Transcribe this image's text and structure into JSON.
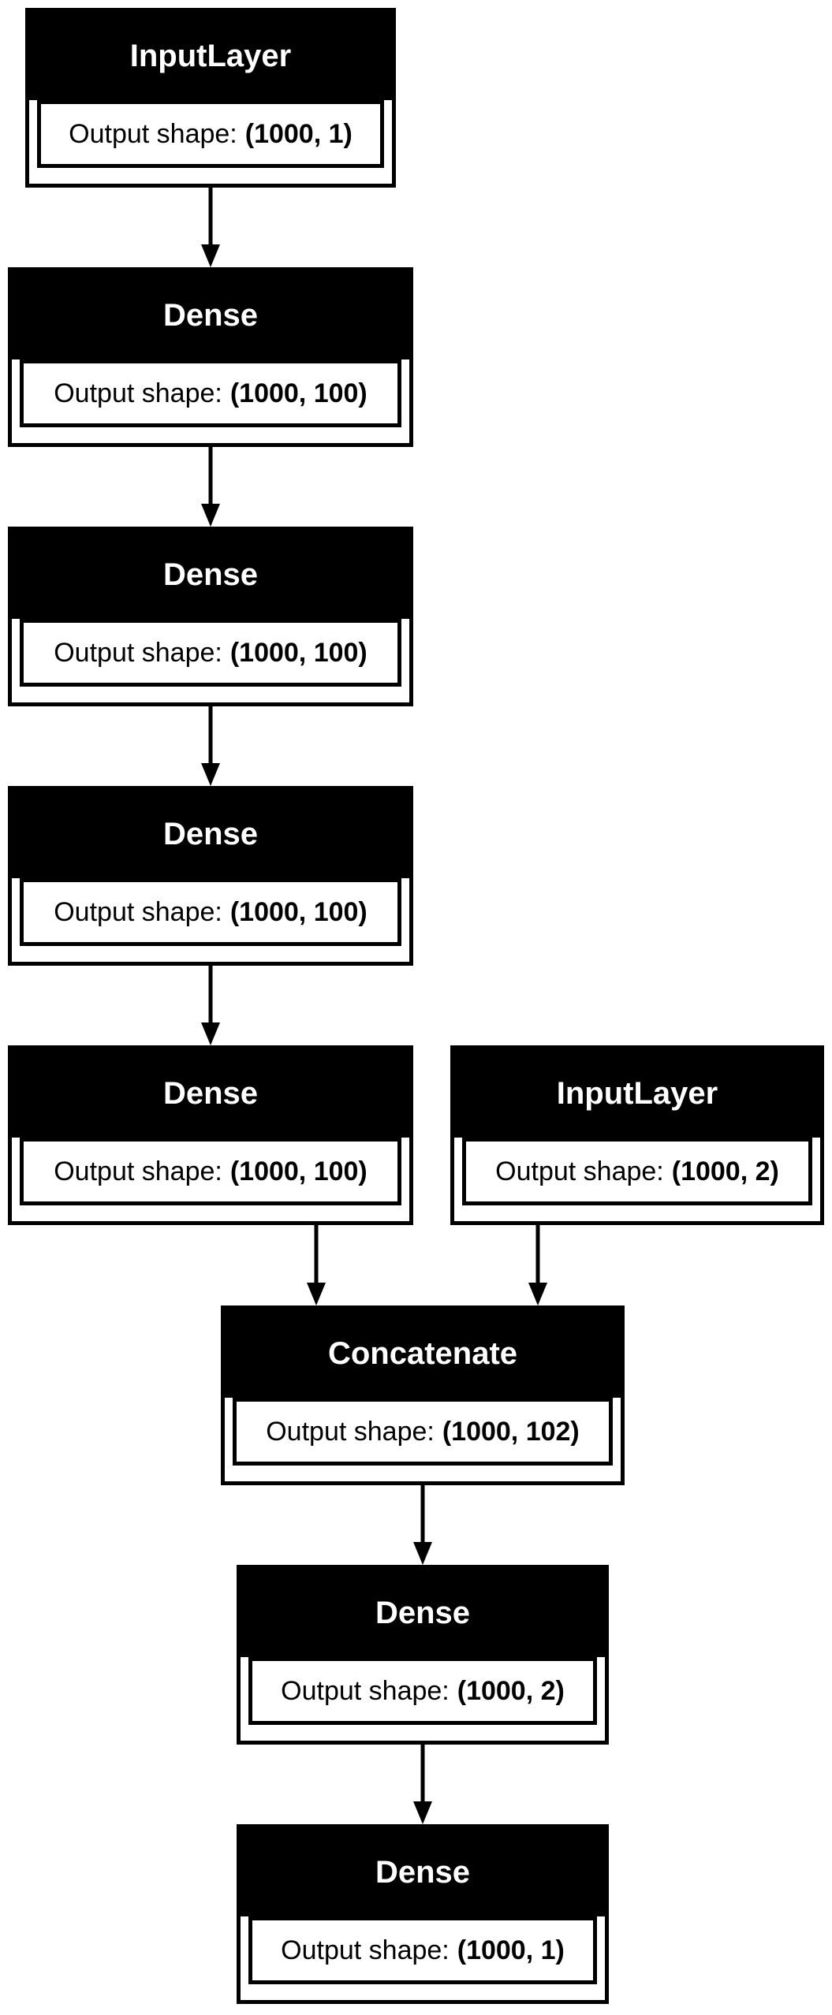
{
  "layers": [
    {
      "name": "InputLayer",
      "shape_label": "Output shape:",
      "shape_value": "(1000, 1)"
    },
    {
      "name": "Dense",
      "shape_label": "Output shape:",
      "shape_value": "(1000, 100)"
    },
    {
      "name": "Dense",
      "shape_label": "Output shape:",
      "shape_value": "(1000, 100)"
    },
    {
      "name": "Dense",
      "shape_label": "Output shape:",
      "shape_value": "(1000, 100)"
    },
    {
      "name": "Dense",
      "shape_label": "Output shape:",
      "shape_value": "(1000, 100)"
    },
    {
      "name": "InputLayer",
      "shape_label": "Output shape:",
      "shape_value": "(1000, 2)"
    },
    {
      "name": "Concatenate",
      "shape_label": "Output shape:",
      "shape_value": "(1000, 102)"
    },
    {
      "name": "Dense",
      "shape_label": "Output shape:",
      "shape_value": "(1000, 2)"
    },
    {
      "name": "Dense",
      "shape_label": "Output shape:",
      "shape_value": "(1000, 1)"
    }
  ],
  "edges": [
    {
      "from": 0,
      "to": 1
    },
    {
      "from": 1,
      "to": 2
    },
    {
      "from": 2,
      "to": 3
    },
    {
      "from": 3,
      "to": 4
    },
    {
      "from": 4,
      "to": 6
    },
    {
      "from": 5,
      "to": 6
    },
    {
      "from": 6,
      "to": 7
    },
    {
      "from": 7,
      "to": 8
    }
  ],
  "colors": {
    "header_background": "#000000",
    "header_text": "#ffffff",
    "border": "#000000",
    "background": "#ffffff"
  }
}
